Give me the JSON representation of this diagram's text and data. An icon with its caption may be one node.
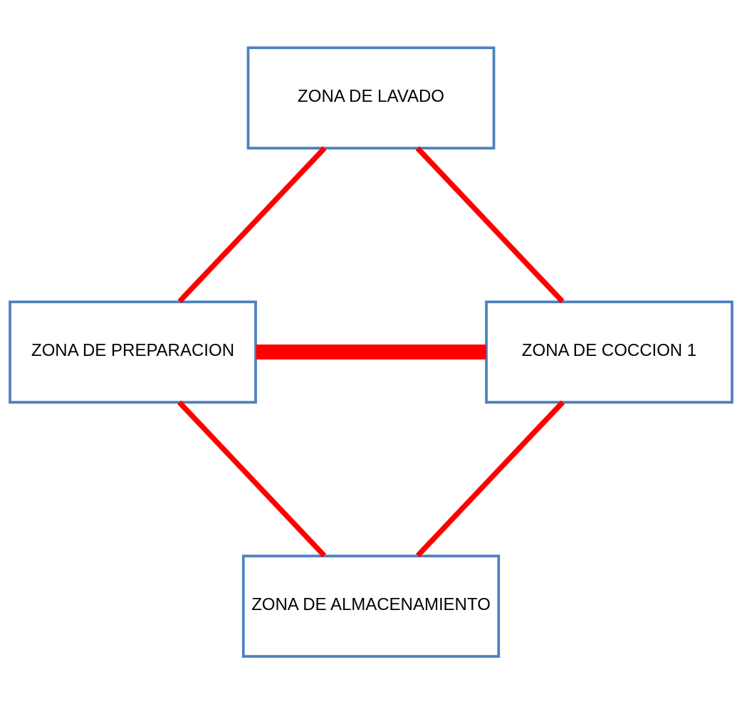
{
  "diagram": {
    "nodes": [
      {
        "text": [
          "ZONA DE LAVADO"
        ]
      },
      {
        "text": [
          "ZONA DE PREPARACION"
        ]
      },
      {
        "text": [
          "ZONA DE COCCION 1"
        ]
      },
      {
        "text": [
          "ZONA DE ALMACENAMIENTO"
        ]
      }
    ],
    "edges": [
      {
        "from": 0,
        "to": 1,
        "arrow": "none"
      },
      {
        "from": 0,
        "to": 2,
        "arrow": "none"
      },
      {
        "from": 1,
        "to": 2,
        "arrow": "none",
        "style": "thick"
      },
      {
        "from": 1,
        "to": 3,
        "arrow": "none"
      },
      {
        "from": 2,
        "to": 3,
        "arrow": "none"
      }
    ]
  }
}
